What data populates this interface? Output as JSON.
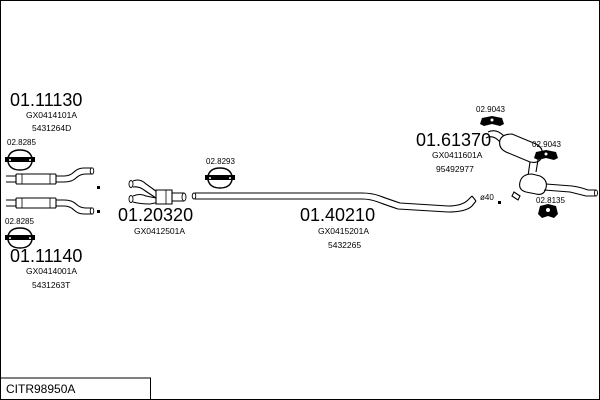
{
  "diagram": {
    "title": "CITR98950A",
    "parts": {
      "p1": {
        "number": "01.11130",
        "ref1": "GX0414101A",
        "ref2": "5431264D"
      },
      "p2": {
        "number": "01.11140",
        "ref1": "GX0414001A",
        "ref2": "5431263T"
      },
      "p3": {
        "number": "01.20320",
        "ref1": "GX0412501A"
      },
      "p4": {
        "number": "01.40210",
        "ref1": "GX0415201A",
        "ref2": "5432265"
      },
      "p5": {
        "number": "01.61370",
        "ref1": "GX0411601A",
        "ref2": "95492977"
      }
    },
    "clamps": {
      "c1": "02.8285",
      "c2": "02.8285",
      "c3": "02.8293",
      "c4": "02.9043",
      "c5": "02.9043",
      "c6": "02.8135"
    },
    "diameter_label": "ø40"
  }
}
